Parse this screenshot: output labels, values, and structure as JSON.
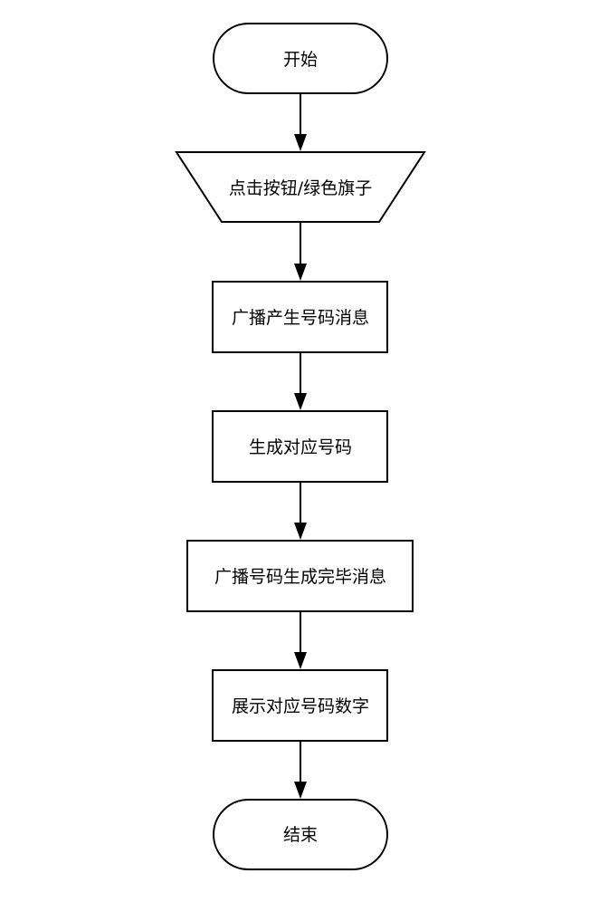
{
  "flowchart": {
    "nodes": [
      {
        "id": "start",
        "shape": "terminal",
        "label": "开始"
      },
      {
        "id": "click",
        "shape": "manual-input",
        "label": "点击按钮/绿色旗子"
      },
      {
        "id": "broadcast-generate",
        "shape": "process",
        "label": "广播产生号码消息"
      },
      {
        "id": "generate",
        "shape": "process",
        "label": "生成对应号码"
      },
      {
        "id": "broadcast-done",
        "shape": "process",
        "label": "广播号码生成完毕消息"
      },
      {
        "id": "display",
        "shape": "process",
        "label": "展示对应号码数字"
      },
      {
        "id": "end",
        "shape": "terminal",
        "label": "结束"
      }
    ],
    "edges": [
      {
        "from": "start",
        "to": "click"
      },
      {
        "from": "click",
        "to": "broadcast-generate"
      },
      {
        "from": "broadcast-generate",
        "to": "generate"
      },
      {
        "from": "generate",
        "to": "broadcast-done"
      },
      {
        "from": "broadcast-done",
        "to": "display"
      },
      {
        "from": "display",
        "to": "end"
      }
    ]
  }
}
